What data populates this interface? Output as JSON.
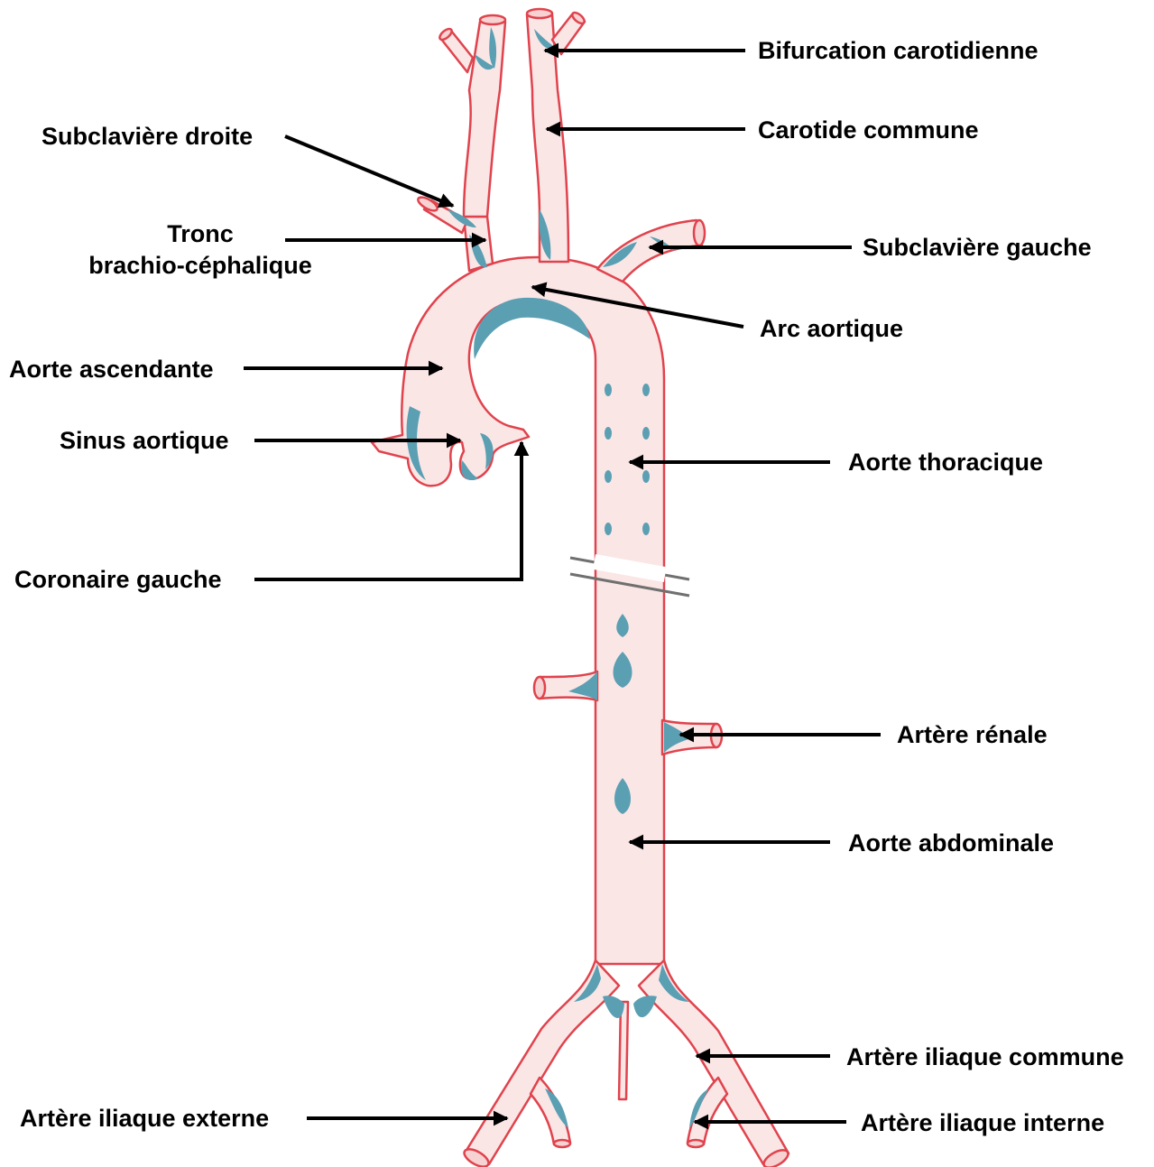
{
  "diagram": {
    "labels": {
      "bifurcation_carotidienne": "Bifurcation carotidienne",
      "carotide_commune": "Carotide commune",
      "subclaviere_droite": "Subclavière droite",
      "tronc_line1": "Tronc",
      "tronc_line2": "brachio-céphalique",
      "subclaviere_gauche": "Subclavière gauche",
      "arc_aortique": "Arc aortique",
      "aorte_ascendante": "Aorte ascendante",
      "sinus_aortique": "Sinus aortique",
      "aorte_thoracique": "Aorte thoracique",
      "coronaire_gauche": "Coronaire gauche",
      "artere_renale": "Artère rénale",
      "aorte_abdominale": "Aorte abdominale",
      "artere_iliaque_commune": "Artère iliaque commune",
      "artere_iliaque_externe": "Artère iliaque externe",
      "artere_iliaque_interne": "Artère iliaque interne"
    },
    "colors": {
      "vessel_fill": "#fbe6e6",
      "vessel_stroke": "#e0434d",
      "plaque": "#5b9fb3",
      "arrow": "#000000"
    }
  }
}
